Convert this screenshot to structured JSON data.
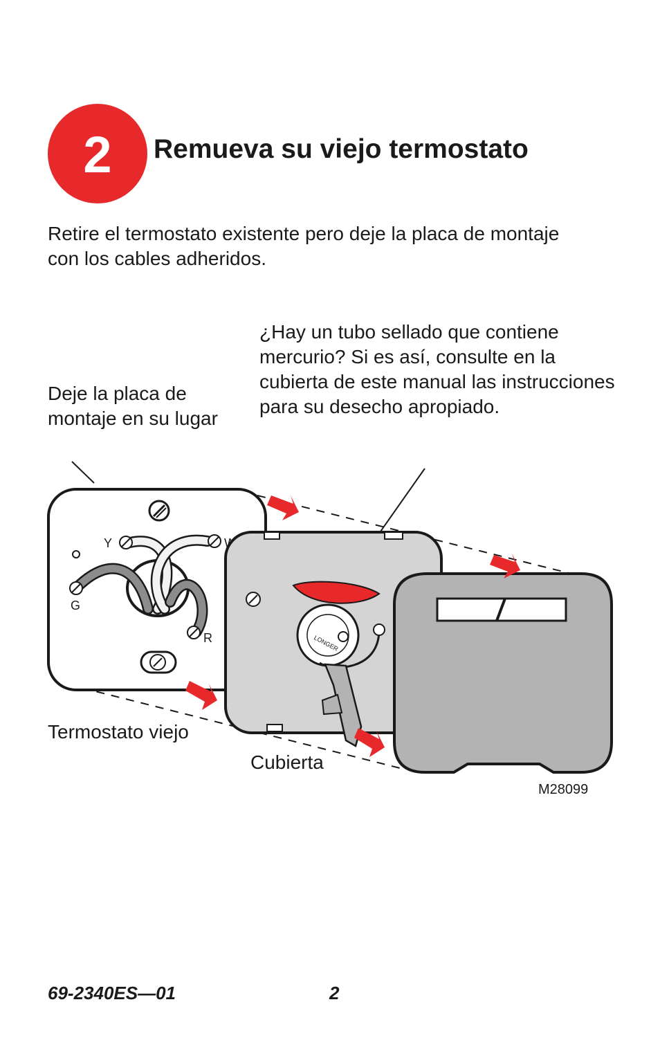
{
  "step": {
    "number": "2",
    "title": "Remueva su viejo termostato"
  },
  "intro": "Retire el termostato existente pero deje la placa de montaje con los cables adheridos.",
  "figure": {
    "callout_mercury": "¿Hay un tubo sellado que contiene mercurio? Si es así, consulte en la cubierta de este manual las instrucciones para su desecho apropiado.",
    "callout_plate": "Deje la placa de montaje en su lugar",
    "label_old_thermostat": "Termostato viejo",
    "label_cover": "Cubierta",
    "terminals": {
      "y": "Y",
      "w": "W",
      "g": "G",
      "r": "R"
    },
    "dial_text": "LONGER",
    "figure_code": "M28099",
    "colors": {
      "accent_red": "#e8292b",
      "plate_fill": "#ffffff",
      "base_fill": "#d4d4d4",
      "cover_fill": "#b3b3b3"
    }
  },
  "footer": {
    "doc_number": "69-2340ES—01",
    "page_number": "2"
  }
}
